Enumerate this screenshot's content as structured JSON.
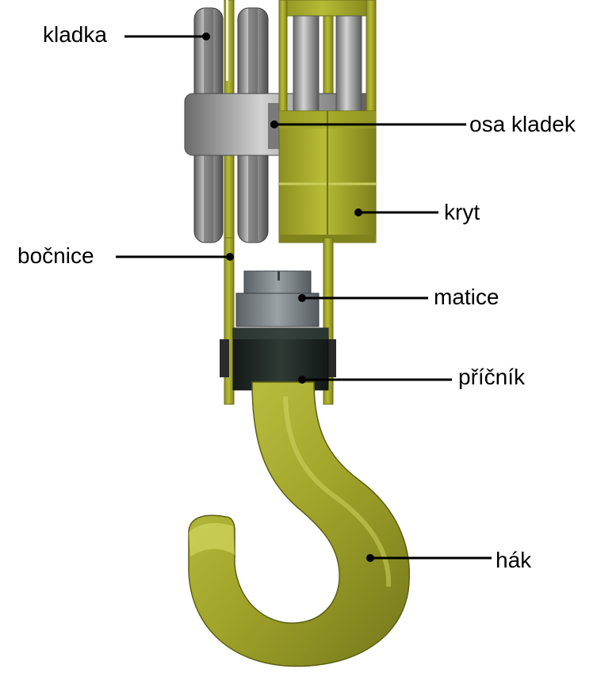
{
  "labels": {
    "kladka": "kladka",
    "osa_kladek": "osa kladek",
    "kryt": "kryt",
    "bocnice": "bočnice",
    "matice": "matice",
    "pricnik": "příčník",
    "hak": "hák"
  },
  "colors": {
    "yellow_dark": "#7c7f1a",
    "yellow": "#a7ab2c",
    "yellow_light": "#c8cc52",
    "steel": "#8a8a8a",
    "steel_light": "#c4c4c4",
    "steel_dark": "#5a5a5a",
    "nut": "#6e7478",
    "crosshead": "#1e2a26",
    "leader": "#000000"
  }
}
